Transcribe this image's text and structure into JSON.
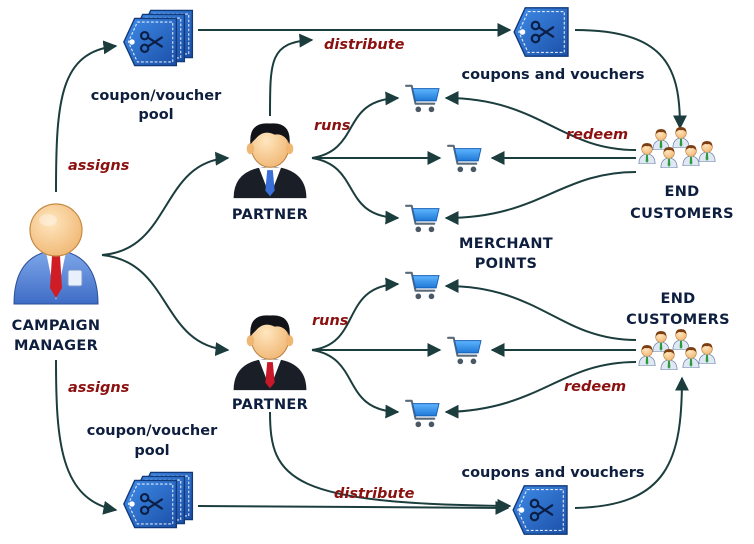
{
  "nodes": {
    "campaign_manager": [
      "CAMPAIGN",
      "MANAGER"
    ],
    "partner_top": "PARTNER",
    "partner_bottom": "PARTNER",
    "pool_top": [
      "coupon/voucher",
      "pool"
    ],
    "pool_bottom": [
      "coupon/voucher",
      "pool"
    ],
    "coupons_top": "coupons and vouchers",
    "coupons_bottom": "coupons and vouchers",
    "merchant_points": [
      "MERCHANT",
      "POINTS"
    ],
    "end_customers_top": [
      "END",
      "CUSTOMERS"
    ],
    "end_customers_bottom": [
      "END",
      "CUSTOMERS"
    ]
  },
  "edge_labels": {
    "assigns_top": "assigns",
    "assigns_bottom": "assigns",
    "distribute_top": "distribute",
    "distribute_bottom": "distribute",
    "runs_top": "runs",
    "runs_bottom": "runs",
    "redeem_top": "redeem",
    "redeem_bottom": "redeem"
  },
  "icons": {
    "manager": "manager-person-icon",
    "partner": "partner-person-icon",
    "pool": "coupon-stack-icon",
    "coupon": "coupon-tag-icon",
    "cart": "shopping-cart-icon",
    "customers": "customer-group-icon"
  },
  "colors": {
    "arrow": "#1c3d3d",
    "label_dark": "#0e1e3e",
    "label_red": "#8b1010",
    "coupon_blue": "#2a6fd0",
    "cart_blue": "#2f8fe6"
  }
}
